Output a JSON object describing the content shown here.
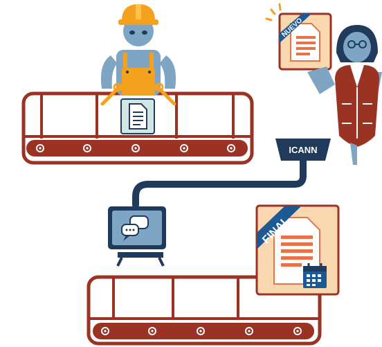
{
  "badges": {
    "new_doc": "NUEVO",
    "registry": "ICANN",
    "final_doc": "FINAL"
  },
  "colors": {
    "belt": "#9a3324",
    "belt_light": "#ffffff",
    "navy": "#1f3a5a",
    "orange": "#f4a11d",
    "skin": "#7ea6c4",
    "teal_doc": "#cfe6e2",
    "doc_orange": "#e8734a",
    "peach": "#f9d8b0",
    "blue_ribbon": "#1d5a93"
  },
  "icons": [
    "construction-worker-icon",
    "hard-hat-icon",
    "wrench-icon",
    "document-icon",
    "new-document-icon",
    "business-woman-icon",
    "conveyor-belt-icon",
    "pipe-icon",
    "chat-bubbles-icon",
    "monitor-icon",
    "final-document-icon",
    "calendar-icon"
  ]
}
